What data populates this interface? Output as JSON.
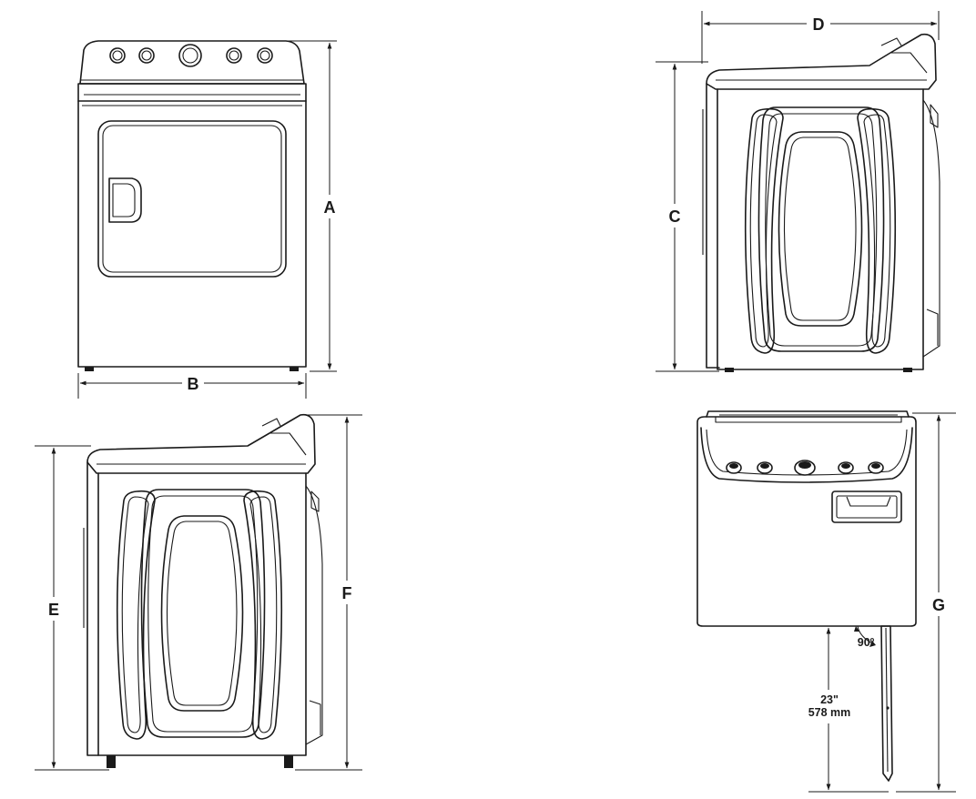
{
  "dimensions": {
    "a": "A",
    "b": "B",
    "c": "C",
    "d": "D",
    "e": "E",
    "f": "F",
    "g": "G"
  },
  "door_clearance": {
    "angle": "90º",
    "length_in": "23\"",
    "length_mm": "578 mm"
  }
}
